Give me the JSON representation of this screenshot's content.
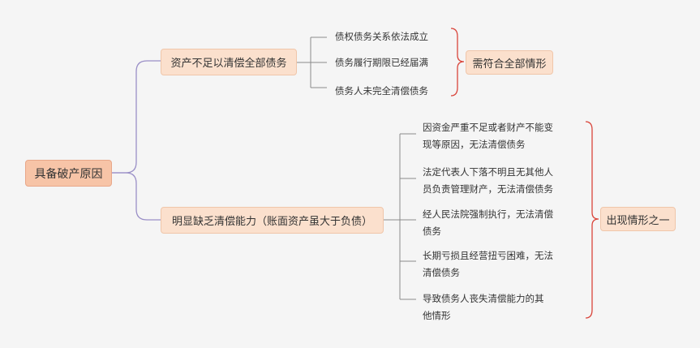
{
  "root": {
    "label": "具备破产原因"
  },
  "branch1": {
    "label": "资产不足以清偿全部债务",
    "items": [
      "债权债务关系依法成立",
      "债务履行期限已经届满",
      "债务人未完全清偿债务"
    ],
    "summary": "需符合全部情形"
  },
  "branch2": {
    "label": "明显缺乏清偿能力（账面资产虽大于负债）",
    "items": [
      [
        "因资金严重不足或者财产不能变",
        "现等原因，无法清偿债务"
      ],
      [
        "法定代表人下落不明且无其他人",
        "员负责管理财产，无法清偿债务"
      ],
      [
        "经人民法院强制执行，无法清偿",
        "债务"
      ],
      [
        "长期亏损且经营扭亏困难，无法",
        "清偿债务"
      ],
      [
        "导致债务人丧失清偿能力的其",
        "他情形"
      ]
    ],
    "summary": "出现情形之一"
  },
  "colors": {
    "line": "#9a8fc7",
    "leafline": "#8a8a8a",
    "brace": "#d9443a",
    "root_fill": "#f7c4a7",
    "node_fill": "#fbe0cd"
  }
}
